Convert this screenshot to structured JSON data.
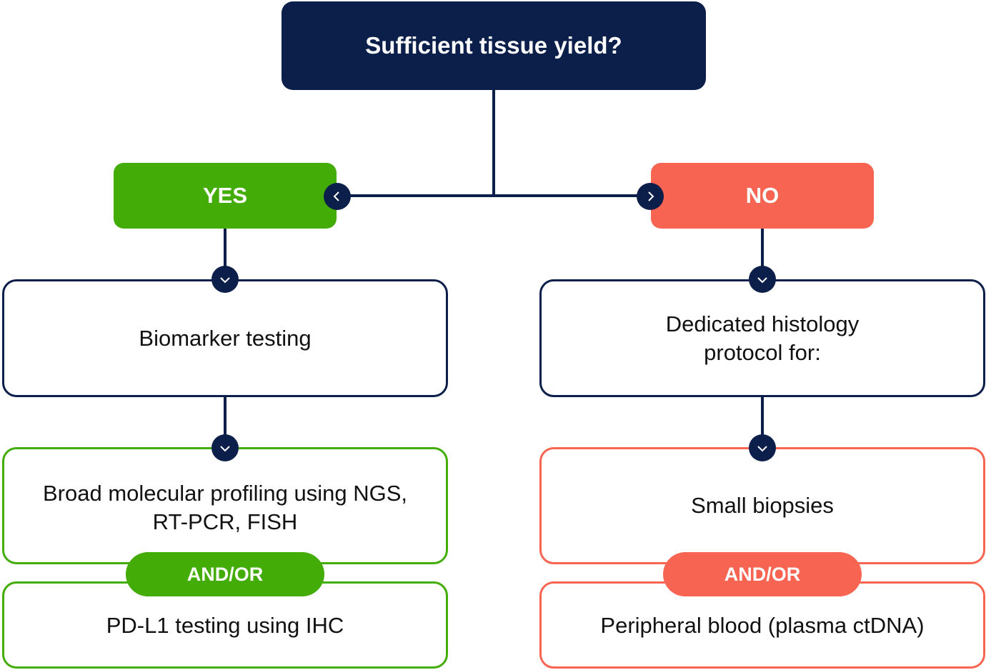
{
  "question": {
    "label": "Sufficient tissue yield?"
  },
  "yes": {
    "label": "YES",
    "step": "Biomarker testing",
    "option_a": "Broad molecular profiling using NGS, RT-PCR, FISH",
    "connector": "AND/OR",
    "option_b": "PD-L1 testing using IHC"
  },
  "no": {
    "label": "NO",
    "step": "Dedicated histology protocol for:",
    "option_a": "Small biopsies",
    "connector": "AND/OR",
    "option_b": "Peripheral blood (plasma ctDNA)"
  },
  "icons": {
    "left_branch": "chevron-left-icon",
    "right_branch": "chevron-right-icon",
    "down": "chevron-down-icon"
  },
  "colors": {
    "navy": "#0c1f4a",
    "green": "#43ac07",
    "coral": "#f76552",
    "text": "#111111"
  }
}
